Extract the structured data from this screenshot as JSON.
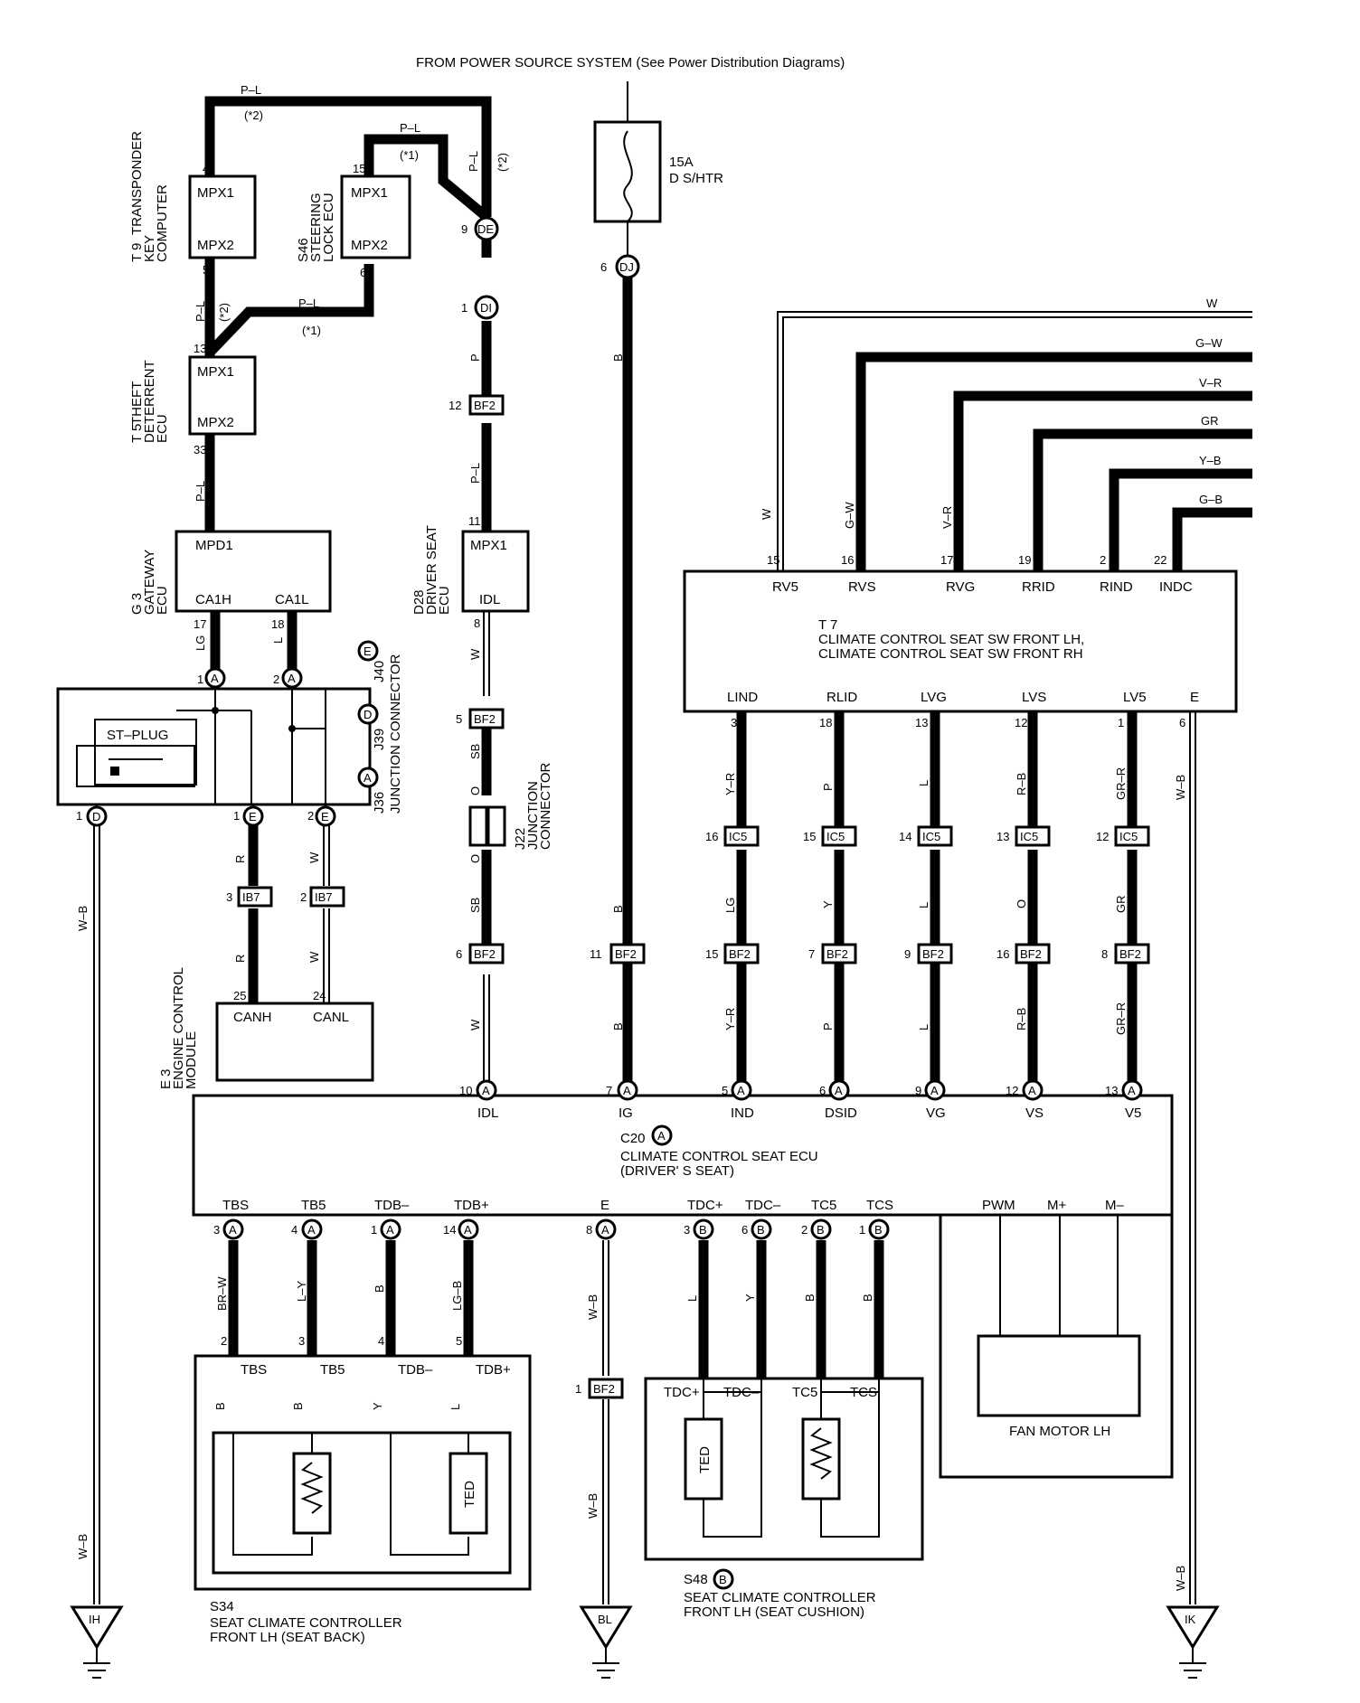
{
  "header": "FROM POWER SOURCE SYSTEM (See Power Distribution Diagrams)",
  "fuse": {
    "rating": "15A",
    "name": "D S/HTR"
  },
  "components": {
    "t9": {
      "lines": [
        "T 9",
        "TRANSPONDER",
        "KEY",
        "COMPUTER"
      ],
      "pins": [
        "MPX1",
        "MPX2"
      ]
    },
    "s46": {
      "lines": [
        "S46",
        "STEERING",
        "LOCK ECU"
      ],
      "pins": [
        "MPX1",
        "MPX2"
      ]
    },
    "t5": {
      "lines": [
        "T 5",
        "THEFT",
        "DETERRENT",
        "ECU"
      ],
      "pins": [
        "MPX1",
        "MPX2"
      ]
    },
    "g3": {
      "lines": [
        "G 3",
        "GATEWAY",
        "ECU"
      ],
      "pins": [
        "MPD1",
        "CA1H",
        "CA1L"
      ]
    },
    "d28": {
      "lines": [
        "D28",
        "DRIVER SEAT",
        "ECU"
      ],
      "pins": [
        "MPX1",
        "IDL"
      ]
    },
    "e3": {
      "lines": [
        "E 3",
        "ENGINE CONTROL",
        "MODULE"
      ],
      "pins": [
        "CANH",
        "CANL"
      ]
    },
    "jc": {
      "lines": [
        "J36",
        "J39",
        "J40",
        "JUNCTION CONNECTOR"
      ],
      "pins": [
        "ST–PLUG"
      ]
    },
    "j22": {
      "lines": [
        "J22",
        "JUNCTION",
        "CONNECTOR"
      ]
    },
    "t7": {
      "lines": [
        "T 7",
        "CLIMATE CONTROL SEAT SW FRONT LH,",
        "CLIMATE CONTROL SEAT SW FRONT RH"
      ],
      "top_pins": [
        "RV5",
        "RVS",
        "RVG",
        "RRID",
        "RIND",
        "INDC"
      ],
      "bottom_pins": [
        "LIND",
        "RLID",
        "LVG",
        "LVS",
        "LV5",
        "E"
      ]
    },
    "c20": {
      "lines": [
        "C20",
        "CLIMATE CONTROL SEAT ECU",
        "(DRIVER' S SEAT)"
      ],
      "top_pins": [
        "IDL",
        "IG",
        "IND",
        "DSID",
        "VG",
        "VS",
        "V5"
      ],
      "bottom_pins": [
        "TBS",
        "TB5",
        "TDB–",
        "TDB+",
        "E",
        "TDC+",
        "TDC–",
        "TC5",
        "TCS",
        "PWM",
        "M+",
        "M–"
      ]
    },
    "s34": {
      "lines": [
        "S34",
        "SEAT CLIMATE CONTROLLER",
        "FRONT LH (SEAT BACK)"
      ],
      "pins": [
        "TBS",
        "TB5",
        "TDB–",
        "TDB+"
      ],
      "ted": "TED"
    },
    "s48": {
      "lines": [
        "S48",
        "SEAT CLIMATE CONTROLLER",
        "FRONT LH (SEAT CUSHION)"
      ],
      "pins": [
        "TDC+",
        "TDC–",
        "TC5",
        "TCS"
      ],
      "ted": "TED"
    },
    "fan": {
      "label": "FAN MOTOR LH"
    }
  },
  "connectors": [
    "DE",
    "DI",
    "DJ",
    "BF2",
    "IB7",
    "IC5",
    "A",
    "B",
    "D",
    "E"
  ],
  "grounds": [
    "IH",
    "BL",
    "IK"
  ],
  "wire_colors": [
    "P–L",
    "P",
    "LG",
    "L",
    "W",
    "SB",
    "O",
    "R",
    "B",
    "W–B",
    "G–W",
    "V–R",
    "GR",
    "Y–B",
    "G–B",
    "Y–R",
    "Y",
    "R–B",
    "GR–R",
    "BR–W",
    "L–Y",
    "LG–B"
  ],
  "notes": [
    "(*2)",
    "(*1)"
  ],
  "pin_numbers": [
    "4",
    "5",
    "15",
    "6",
    "13",
    "33",
    "3",
    "17",
    "18",
    "9",
    "1",
    "12",
    "11",
    "8",
    "2",
    "25",
    "24",
    "10",
    "7",
    "16",
    "14",
    "22",
    "19",
    "6",
    "3",
    "18",
    "13",
    "12",
    "1"
  ]
}
